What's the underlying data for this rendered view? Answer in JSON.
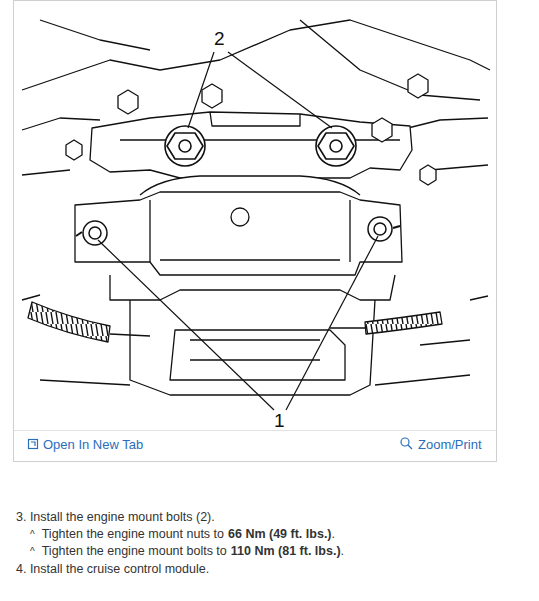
{
  "diagram": {
    "labels": [
      "2",
      "1",
      "Open In New Tab",
      "Zoom/Print",
      "3. Install the engine mount bolts (2).",
      "^",
      "Tighten the engine mount nuts to",
      "66 Nm (49 ft. lbs.)",
      ".",
      "^",
      "Tighten the engine mount bolts to",
      "110 Nm (81 ft. lbs.)",
      ".",
      "4. Install the cruise control module."
    ]
  }
}
